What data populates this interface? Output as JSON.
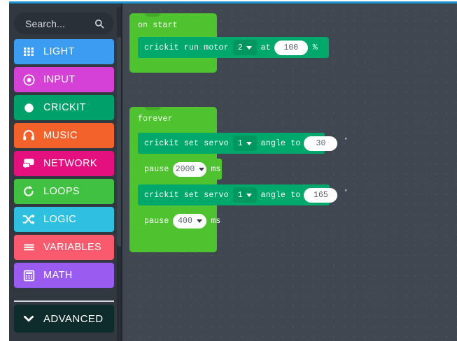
{
  "theme": {
    "top_rule_color": "#1e93d1",
    "toolbox_bg": "#31383f",
    "canvas_bg": "#3f4750",
    "event_block_color": "#4fc32f",
    "crickit_block_color": "#00a86b"
  },
  "search": {
    "placeholder": "Search...",
    "icon": "search-icon"
  },
  "toolbox": {
    "categories": [
      {
        "label": "LIGHT",
        "color": "#3b9cf0",
        "icon": "grid-icon"
      },
      {
        "label": "INPUT",
        "color": "#d540d5",
        "icon": "target-icon"
      },
      {
        "label": "CRICKIT",
        "color": "#00a06a",
        "icon": "circle-icon"
      },
      {
        "label": "MUSIC",
        "color": "#f4622c",
        "icon": "headphones-icon"
      },
      {
        "label": "NETWORK",
        "color": "#e5107f",
        "icon": "speech-bubble-icon"
      },
      {
        "label": "LOOPS",
        "color": "#41c141",
        "icon": "refresh-icon"
      },
      {
        "label": "LOGIC",
        "color": "#2fc0e0",
        "icon": "shuffle-icon"
      },
      {
        "label": "VARIABLES",
        "color": "#fa5a6e",
        "icon": "lines-icon"
      },
      {
        "label": "MATH",
        "color": "#9a5cf0",
        "icon": "calculator-icon"
      }
    ],
    "advanced": {
      "label": "ADVANCED",
      "icon": "chevron-down-icon"
    }
  },
  "workspace": {
    "blocks": [
      {
        "id": "on-start",
        "title": "on start",
        "children": [
          {
            "id": "crickit-run-motor",
            "kind": "crickit",
            "text_before": "crickit run motor",
            "motor": "2",
            "text_middle": "at",
            "speed": "100",
            "unit": "%"
          }
        ]
      },
      {
        "id": "forever",
        "title": "forever",
        "children": [
          {
            "id": "crickit-set-servo-1",
            "kind": "crickit",
            "text_before": "crickit set servo",
            "servo": "1",
            "text_middle": "angle to",
            "angle": "30",
            "unit": "°"
          },
          {
            "id": "pause-2000",
            "kind": "basic",
            "text_before": "pause",
            "duration": "2000",
            "unit": "ms"
          },
          {
            "id": "crickit-set-servo-2",
            "kind": "crickit",
            "text_before": "crickit set servo",
            "servo": "1",
            "text_middle": "angle to",
            "angle": "165",
            "unit": "°"
          },
          {
            "id": "pause-400",
            "kind": "basic",
            "text_before": "pause",
            "duration": "400",
            "unit": "ms"
          }
        ]
      }
    ]
  }
}
